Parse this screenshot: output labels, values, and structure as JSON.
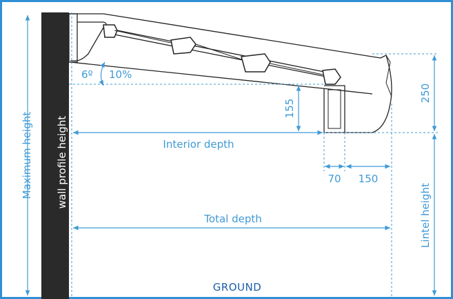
{
  "labels": {
    "maximum_height": "Maximum height",
    "wall_profile_height": "wall profile height",
    "interior_depth": "Interior depth",
    "total_depth": "Total depth",
    "lintel_height": "Lintel height",
    "ground": "GROUND",
    "angle_min": "6º",
    "angle_max": "10%",
    "gutter_drop": "155",
    "front_height": "250",
    "gutter_width": "70",
    "front_overhang": "150"
  },
  "colors": {
    "frame": "#2f8fd6",
    "dimension": "#3f9ad6",
    "ground_text": "#1d5fa8",
    "wall": "#2a2a2a",
    "profile_line": "#222222"
  }
}
